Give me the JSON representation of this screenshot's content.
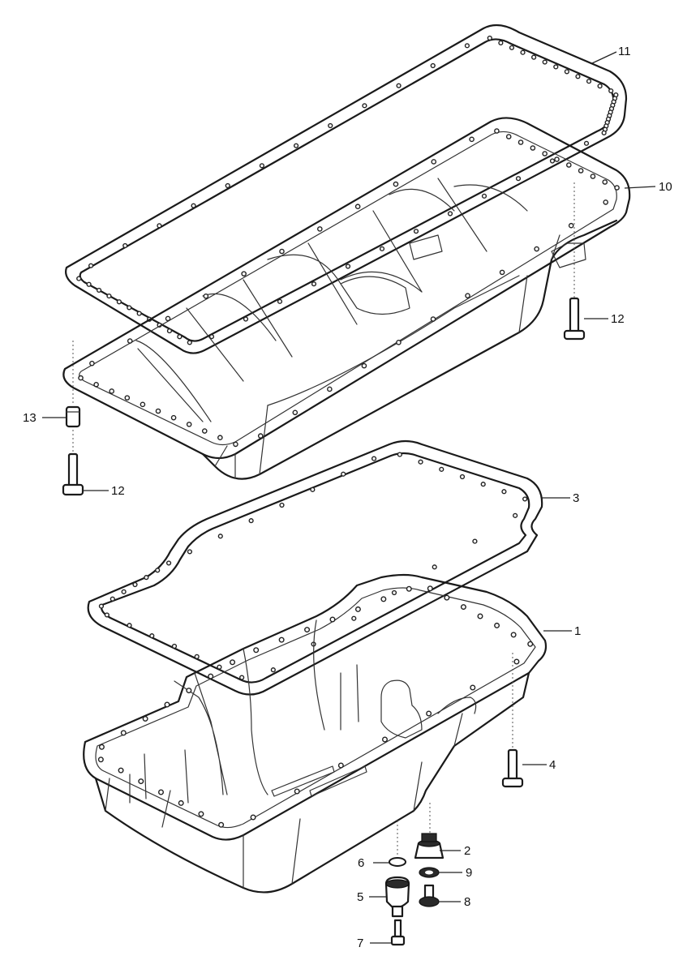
{
  "callouts": {
    "c1": "1",
    "c2": "2",
    "c3": "3",
    "c4": "4",
    "c5": "5",
    "c6": "6",
    "c7": "7",
    "c8": "8",
    "c9": "9",
    "c10": "10",
    "c11": "11",
    "c12a": "12",
    "c12b": "12",
    "c13": "13"
  },
  "colors": {
    "line": "#1a1a1a",
    "background": "#ffffff"
  }
}
